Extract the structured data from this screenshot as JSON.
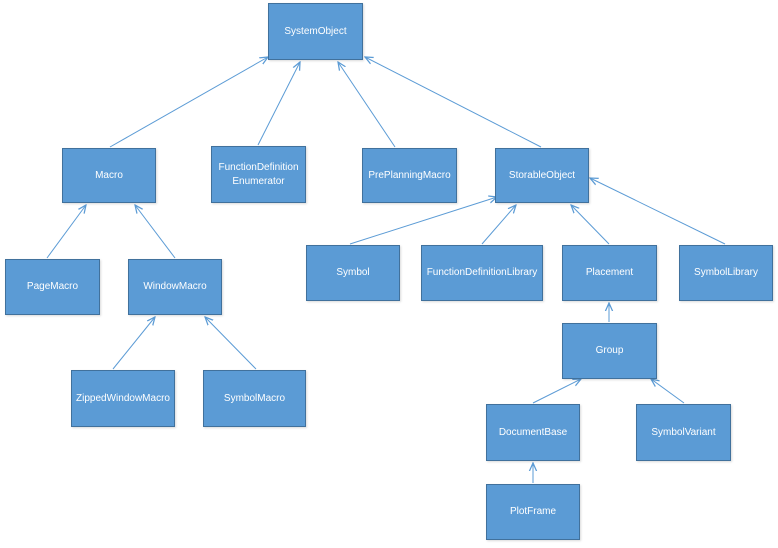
{
  "colors": {
    "node_fill": "#5b9bd5",
    "node_border": "#41719c",
    "text": "#ffffff",
    "edge": "#5b9bd5"
  },
  "nodes": {
    "system_object": "SystemObject",
    "macro": "Macro",
    "function_definition_enumerator": "FunctionDefinitionEnumerator",
    "pre_planning_macro": "PrePlanningMacro",
    "storable_object": "StorableObject",
    "page_macro": "PageMacro",
    "window_macro": "WindowMacro",
    "zipped_window_macro": "ZippedWindowMacro",
    "symbol_macro": "SymbolMacro",
    "symbol": "Symbol",
    "function_definition_library": "FunctionDefinitionLibrary",
    "placement": "Placement",
    "symbol_library": "SymbolLibrary",
    "group": "Group",
    "document_base": "DocumentBase",
    "symbol_variant": "SymbolVariant",
    "plot_frame": "PlotFrame"
  },
  "edges": [
    {
      "from": "macro",
      "to": "system_object"
    },
    {
      "from": "function_definition_enumerator",
      "to": "system_object"
    },
    {
      "from": "pre_planning_macro",
      "to": "system_object"
    },
    {
      "from": "storable_object",
      "to": "system_object"
    },
    {
      "from": "page_macro",
      "to": "macro"
    },
    {
      "from": "window_macro",
      "to": "macro"
    },
    {
      "from": "zipped_window_macro",
      "to": "window_macro"
    },
    {
      "from": "symbol_macro",
      "to": "window_macro"
    },
    {
      "from": "symbol",
      "to": "storable_object"
    },
    {
      "from": "function_definition_library",
      "to": "storable_object"
    },
    {
      "from": "placement",
      "to": "storable_object"
    },
    {
      "from": "symbol_library",
      "to": "storable_object"
    },
    {
      "from": "group",
      "to": "placement"
    },
    {
      "from": "document_base",
      "to": "group"
    },
    {
      "from": "symbol_variant",
      "to": "group"
    },
    {
      "from": "plot_frame",
      "to": "document_base"
    }
  ]
}
